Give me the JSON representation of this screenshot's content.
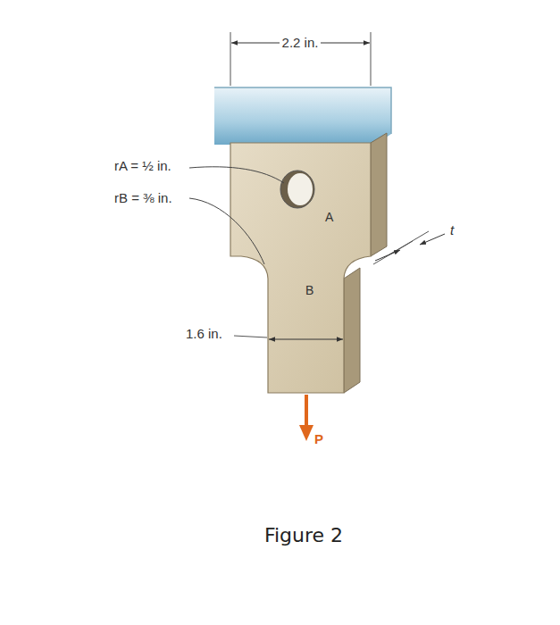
{
  "diagram": {
    "caption": "Figure 2",
    "labels": [
      "2.2 in.",
      "rA = ½ in.",
      "rB = ⅜ in.",
      "A",
      "B",
      "t",
      "1.6 in.",
      "P"
    ]
  }
}
